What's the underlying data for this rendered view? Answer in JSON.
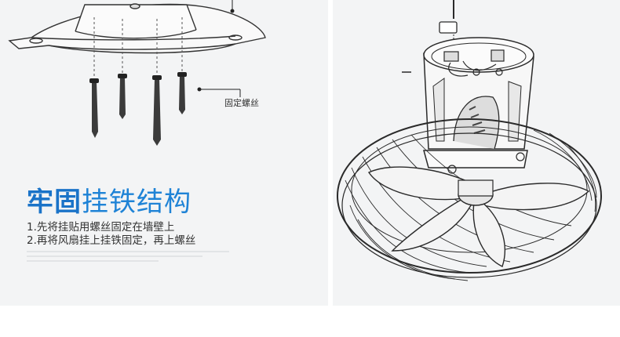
{
  "left_panel": {
    "screw_label": "固定螺丝",
    "heading_bold": "牢固",
    "heading_light": "挂铁结构",
    "steps": [
      "1.先将挂贴用螺丝固定在墙壁上",
      "2.再将风扇挂上挂铁固定，再上螺丝"
    ]
  }
}
